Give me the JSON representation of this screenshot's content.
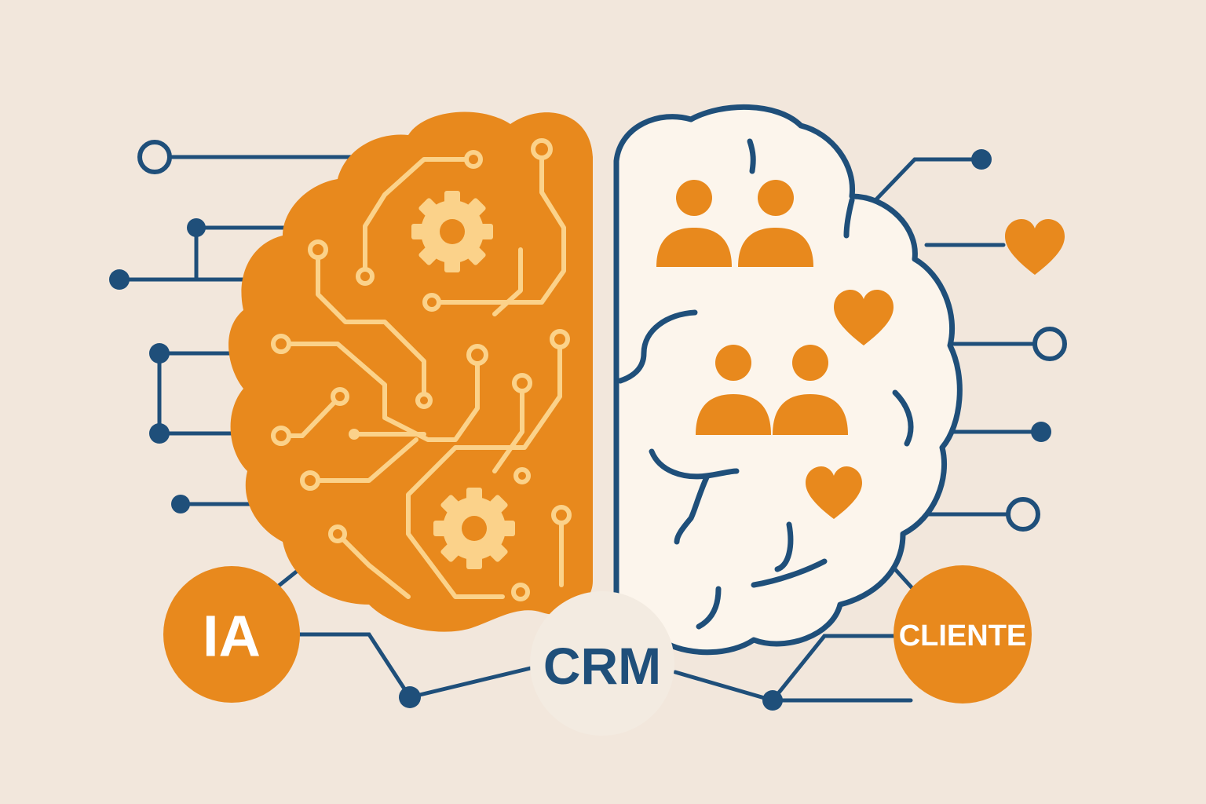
{
  "colors": {
    "background": "#f2e7dc",
    "orange": "#e8891d",
    "light_orange": "#fbd28a",
    "navy": "#1f4f7a",
    "cream": "#fcf5ec",
    "white_text": "#ffffff"
  },
  "nodes": {
    "ai": {
      "label": "IA"
    },
    "crm": {
      "label": "CRM"
    },
    "customer": {
      "label": "CLIENTE"
    }
  },
  "icons": [
    "gear-icon",
    "gear-icon",
    "people-icon",
    "people-icon",
    "heart-icon",
    "heart-icon",
    "heart-icon"
  ]
}
